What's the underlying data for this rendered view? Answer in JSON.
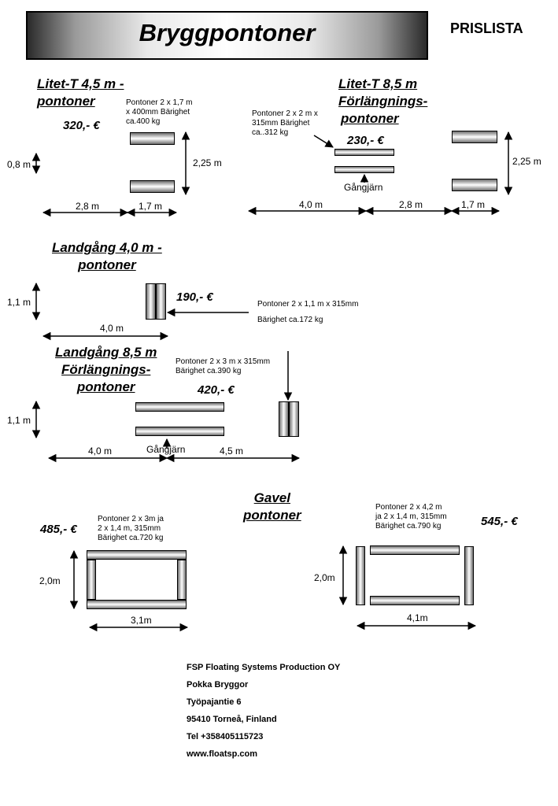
{
  "header": {
    "title": "Bryggpontoner",
    "subtitle": "PRISLISTA"
  },
  "litet_t_45": {
    "heading_line1": "Litet-T 4,5 m -",
    "heading_line2": "pontoner",
    "price": "320,- €",
    "spec_line1": "Pontoner 2 x 1,7 m",
    "spec_line2": "x 400mm Bärighet",
    "spec_line3": "ca.400 kg",
    "dim_height": "0,8 m",
    "dim_side": "2,25 m",
    "dim_left": "2,8 m",
    "dim_right": "1,7 m"
  },
  "litet_t_85": {
    "heading_line1": "Litet-T 8,5 m",
    "heading_line2": "Förlängnings-",
    "heading_line3": "pontoner",
    "price": "230,- €",
    "spec_line1": "Pontoner 2 x 2 m x",
    "spec_line2": "315mm Bärighet",
    "spec_line3": "ca..312 kg",
    "gangjarn": "Gångjärn",
    "dim_side": "2,25 m",
    "dim_a": "4,0 m",
    "dim_b": "2,8 m",
    "dim_c": "1,7 m"
  },
  "landgang_40": {
    "heading_line1": "Landgång 4,0 m -",
    "heading_line2": "pontoner",
    "price": "190,- €",
    "spec_line1": "Pontoner 2 x 1,1 m x 315mm",
    "spec_line2": "Bärighet ca.172 kg",
    "dim_height": "1,1 m",
    "dim_length": "4,0 m"
  },
  "landgang_85": {
    "heading_line1": "Landgång 8,5 m",
    "heading_line2": "Förlängnings-",
    "heading_line3": "pontoner",
    "price": "420,- €",
    "spec_line1": "Pontoner 2 x 3 m x 315mm",
    "spec_line2": "Bärighet ca.390 kg",
    "gangjarn": "Gångjärn",
    "dim_height": "1,1 m",
    "dim_left": "4,0 m",
    "dim_right": "4,5 m"
  },
  "gavel": {
    "heading_line1": "Gavel",
    "heading_line2": "pontoner",
    "left": {
      "price": "485,- €",
      "spec_line1": "Pontoner 2 x 3m ja",
      "spec_line2": "2 x 1,4 m, 315mm",
      "spec_line3": "Bärighet ca.720 kg",
      "dim_height": "2,0m",
      "dim_width": "3,1m"
    },
    "right": {
      "price": "545,- €",
      "spec_line1": "Pontoner 2 x 4,2 m",
      "spec_line2": "ja 2 x 1,4 m, 315mm",
      "spec_line3": "Bärighet ca.790 kg",
      "dim_height": "2,0m",
      "dim_width": "4,1m"
    }
  },
  "contact": {
    "company": "FSP Floating Systems Production OY",
    "brand": "Pokka Bryggor",
    "street": "Työpajantie 6",
    "city": "95410 Torneå, Finland",
    "phone": "Tel +358405115723",
    "web": "www.floatsp.com"
  }
}
